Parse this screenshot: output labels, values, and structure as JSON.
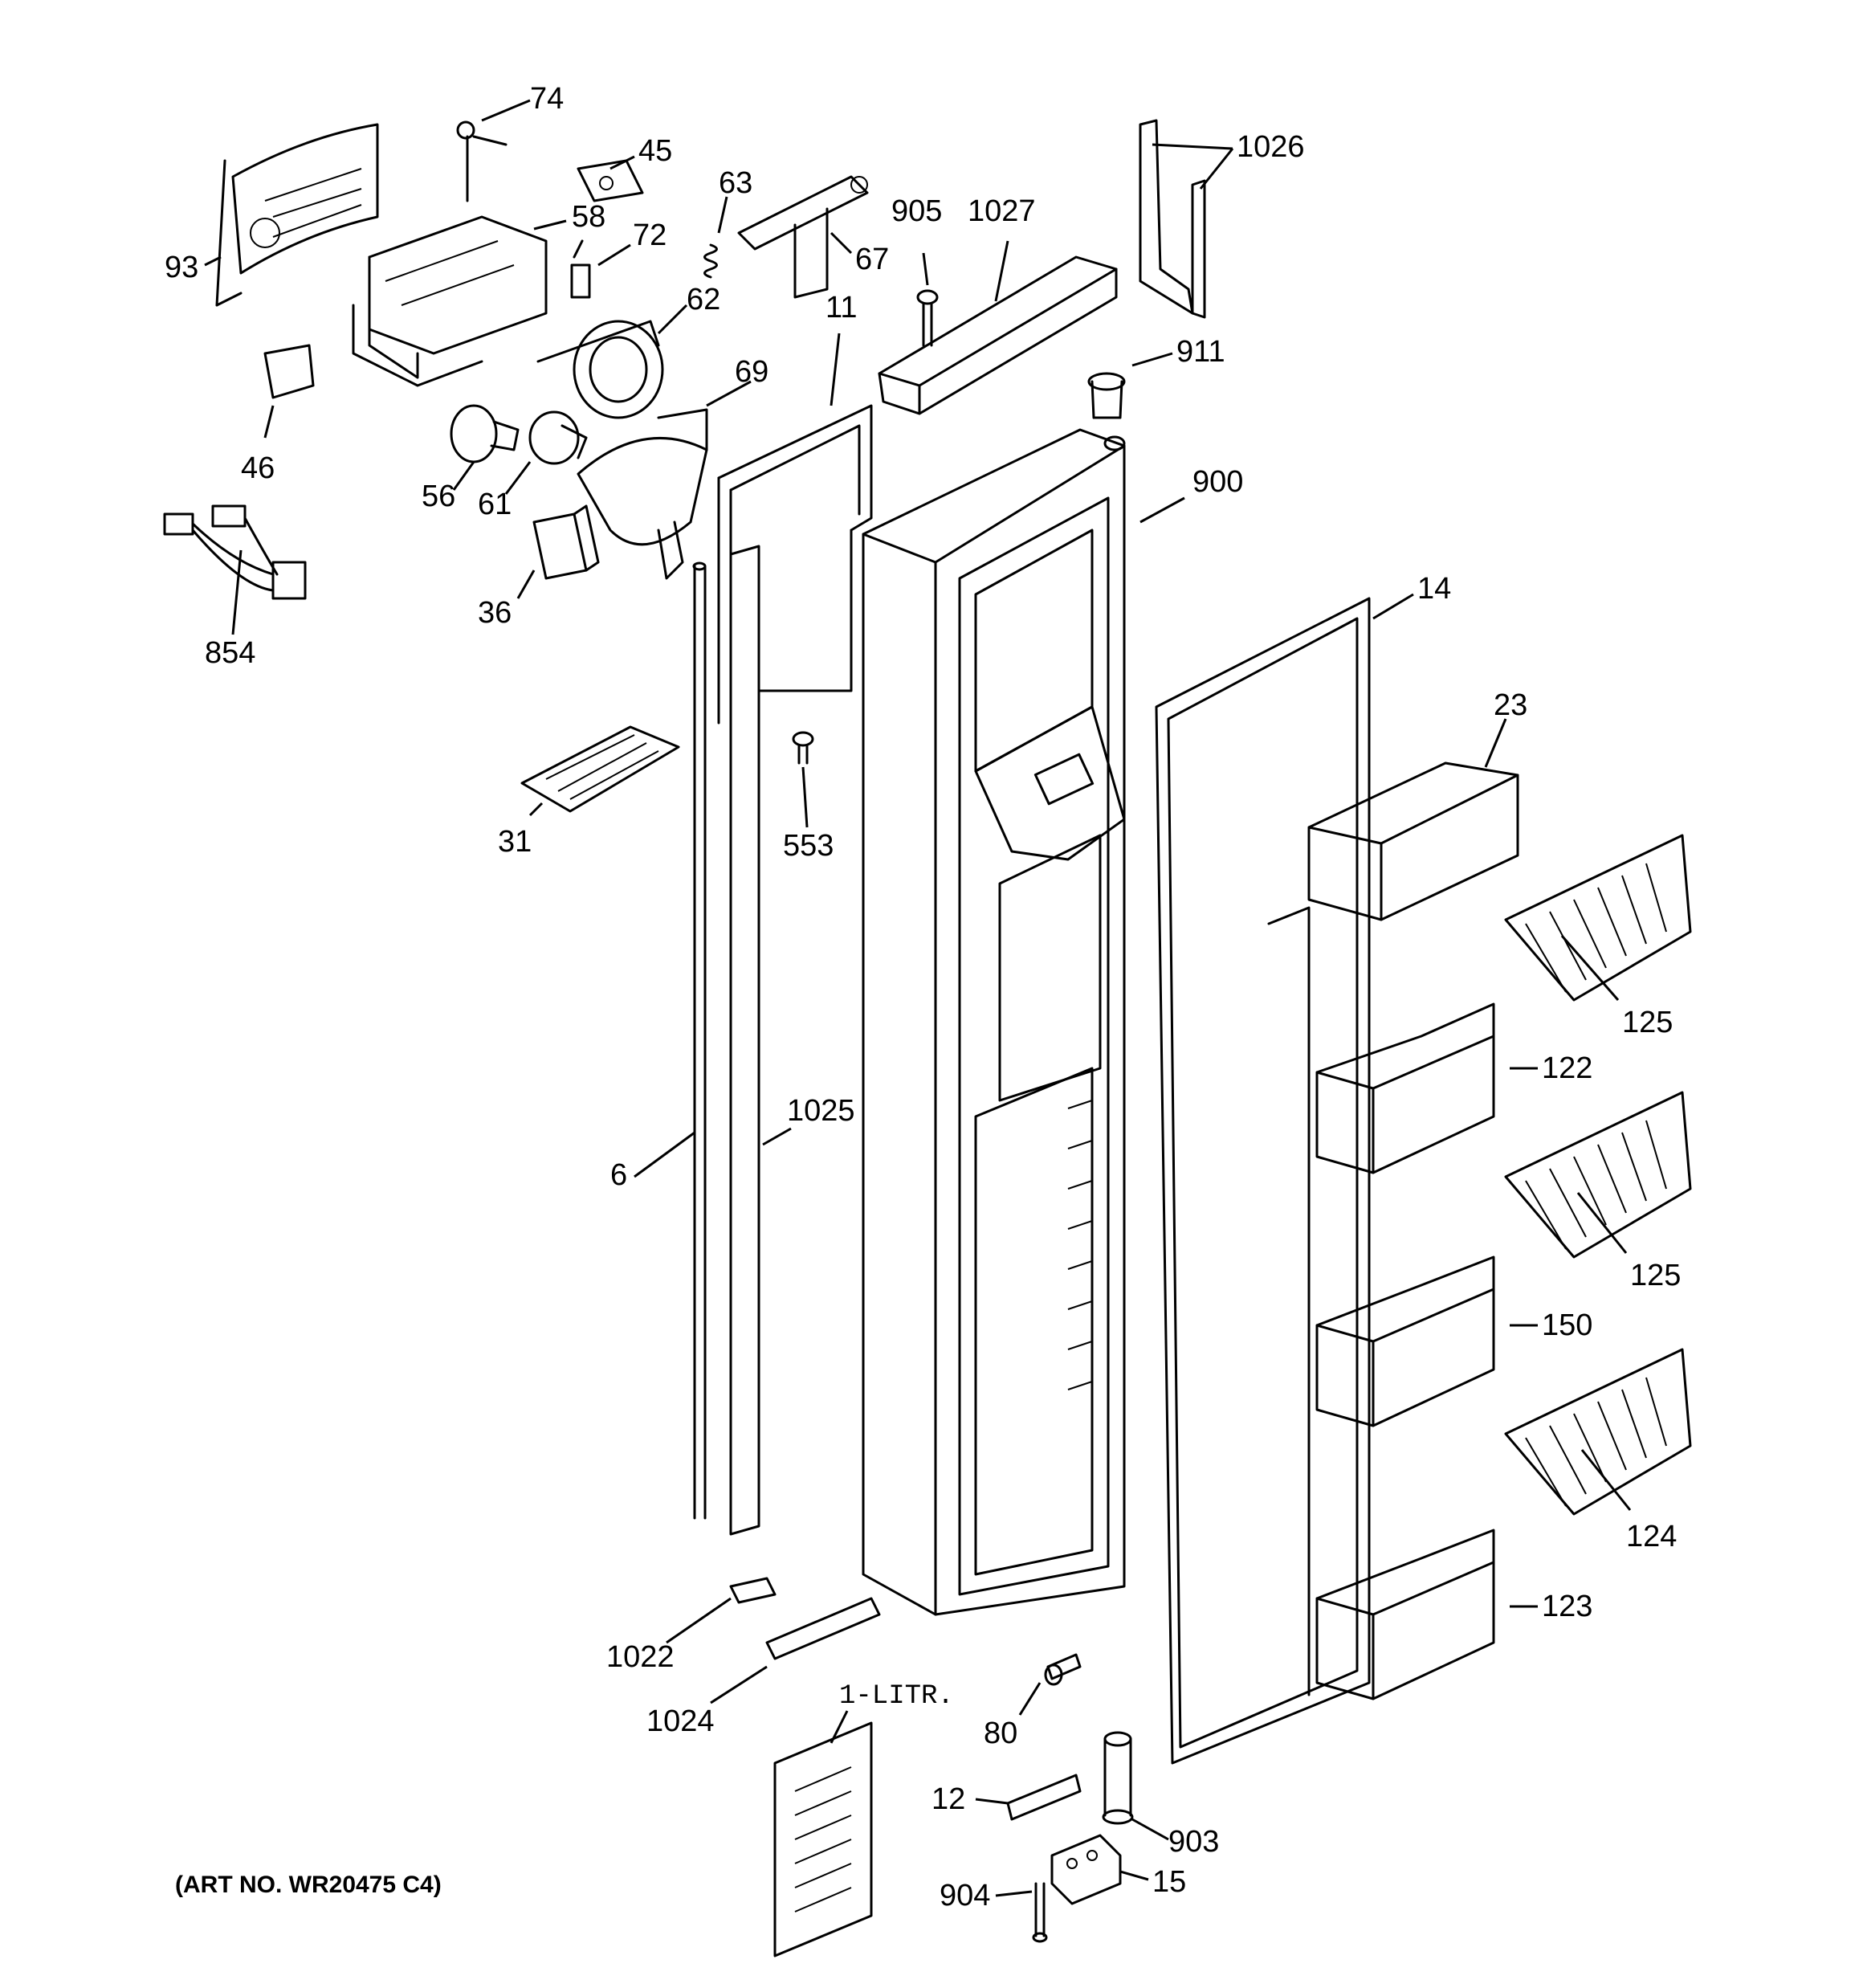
{
  "callouts": {
    "p74": "74",
    "p45": "45",
    "p58": "58",
    "p93": "93",
    "p72": "72",
    "p63": "63",
    "p67": "67",
    "p905": "905",
    "p1027": "1027",
    "p1026": "1026",
    "p62": "62",
    "p11": "11",
    "p911": "911",
    "p69": "69",
    "p46": "46",
    "p56": "56",
    "p61": "61",
    "p900": "900",
    "p854": "854",
    "p36": "36",
    "p14": "14",
    "p23": "23",
    "p31": "31",
    "p553": "553",
    "p125a": "125",
    "p122": "122",
    "p1025": "1025",
    "p6": "6",
    "p125b": "125",
    "p150": "150",
    "p124": "124",
    "p123": "123",
    "p1022": "1022",
    "p1024": "1024",
    "p80": "80",
    "p903": "903",
    "p12": "12",
    "p904": "904",
    "p15": "15"
  },
  "manual_label": "1-LITR.",
  "art_number": "(ART NO. WR20475 C4)"
}
